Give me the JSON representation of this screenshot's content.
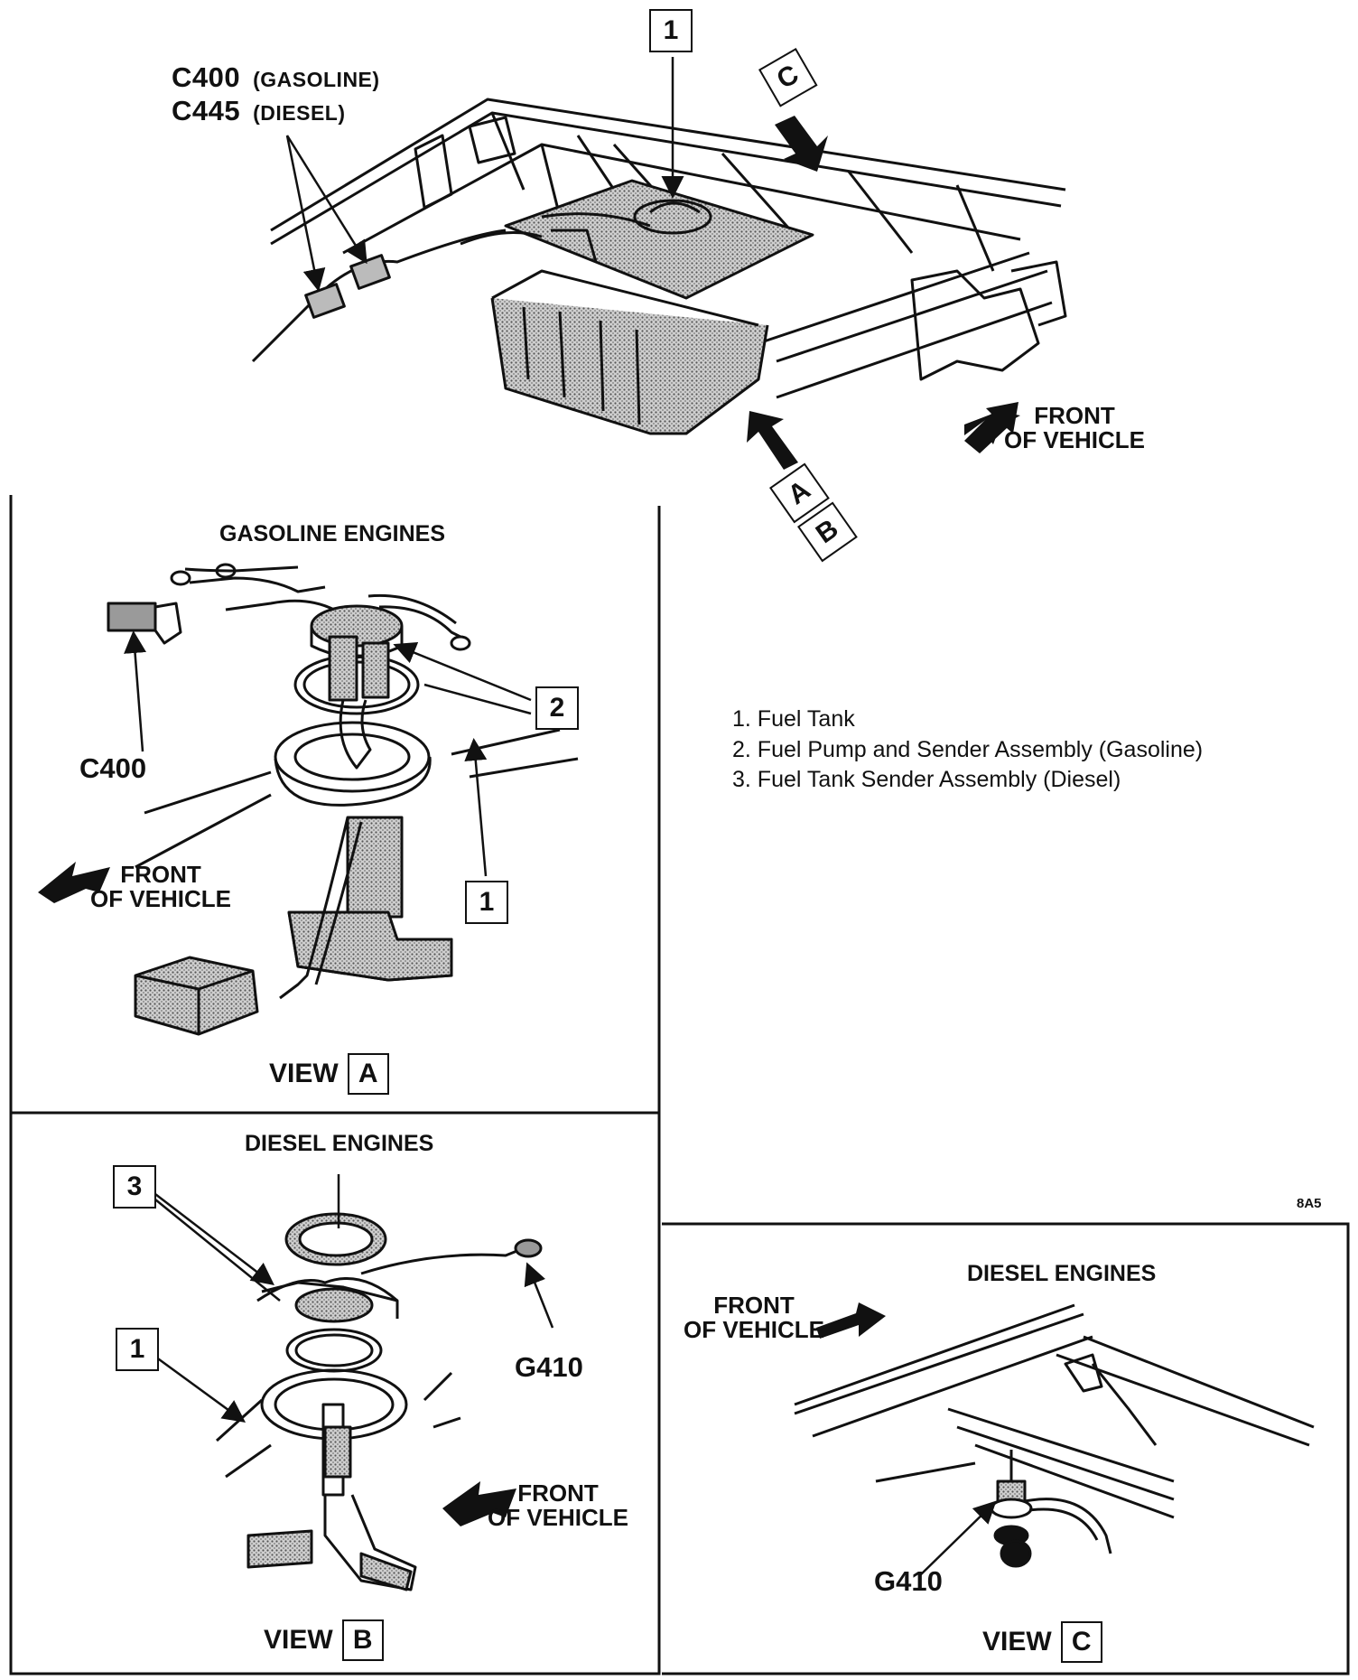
{
  "top_view": {
    "callout_1": "1",
    "callout_c": "C",
    "callout_a": "A",
    "callout_b": "B",
    "connector_1_code": "C400",
    "connector_1_desc": "(GASOLINE)",
    "connector_2_code": "C445",
    "connector_2_desc": "(DIESEL)",
    "front_line1": "FRONT",
    "front_line2": "OF VEHICLE"
  },
  "view_a": {
    "title": "GASOLINE ENGINES",
    "connector": "C400",
    "callout_2": "2",
    "callout_1": "1",
    "front_line1": "FRONT",
    "front_line2": "OF VEHICLE",
    "view_word": "VIEW",
    "view_letter": "A"
  },
  "view_b": {
    "title": "DIESEL ENGINES",
    "callout_3": "3",
    "callout_1": "1",
    "ground": "G410",
    "front_line1": "FRONT",
    "front_line2": "OF VEHICLE",
    "view_word": "VIEW",
    "view_letter": "B"
  },
  "view_c": {
    "title": "DIESEL ENGINES",
    "ground": "G410",
    "front_line1": "FRONT",
    "front_line2": "OF VEHICLE",
    "view_word": "VIEW",
    "view_letter": "C"
  },
  "legend": {
    "item_1": "1.  Fuel Tank",
    "item_2": "2.  Fuel Pump and Sender Assembly (Gasoline)",
    "item_3": "3.  Fuel Tank Sender Assembly (Diesel)"
  },
  "figure_code": "8A5",
  "colors": {
    "ink": "#111111",
    "shade": "#8a8a8a",
    "paper": "#ffffff"
  }
}
